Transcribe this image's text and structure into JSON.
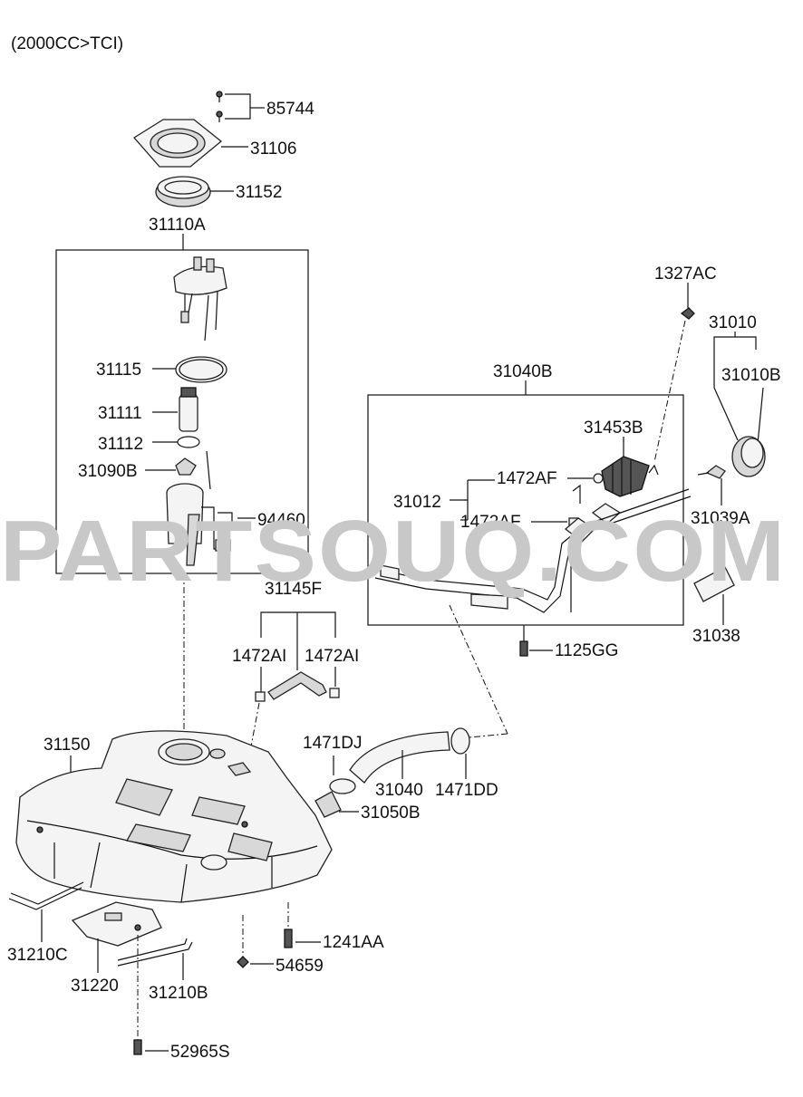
{
  "header": {
    "title": "(2000CC>TCI)"
  },
  "watermark": "PARTSOUQ.COM",
  "labels": {
    "p85744": "85744",
    "p31106": "31106",
    "p31152": "31152",
    "p31110A": "31110A",
    "p31115": "31115",
    "p31111": "31111",
    "p31112": "31112",
    "p31090B": "31090B",
    "p94460": "94460",
    "p1327AC": "1327AC",
    "p31010": "31010",
    "p31010B": "31010B",
    "p31040B": "31040B",
    "p31453B": "31453B",
    "p1472AF_top": "1472AF",
    "p31012": "31012",
    "p1472AF_bot": "1472AF",
    "p31039A": "31039A",
    "p31038": "31038",
    "p1125GG": "1125GG",
    "p31145F": "31145F",
    "p1472AI_left": "1472AI",
    "p1472AI_right": "1472AI",
    "p31150": "31150",
    "p1471DJ": "1471DJ",
    "p31040": "31040",
    "p1471DD": "1471DD",
    "p31050B": "31050B",
    "p1241AA": "1241AA",
    "p31210C": "31210C",
    "p54659": "54659",
    "p31220": "31220",
    "p31210B": "31210B",
    "p52965S": "52965S"
  }
}
